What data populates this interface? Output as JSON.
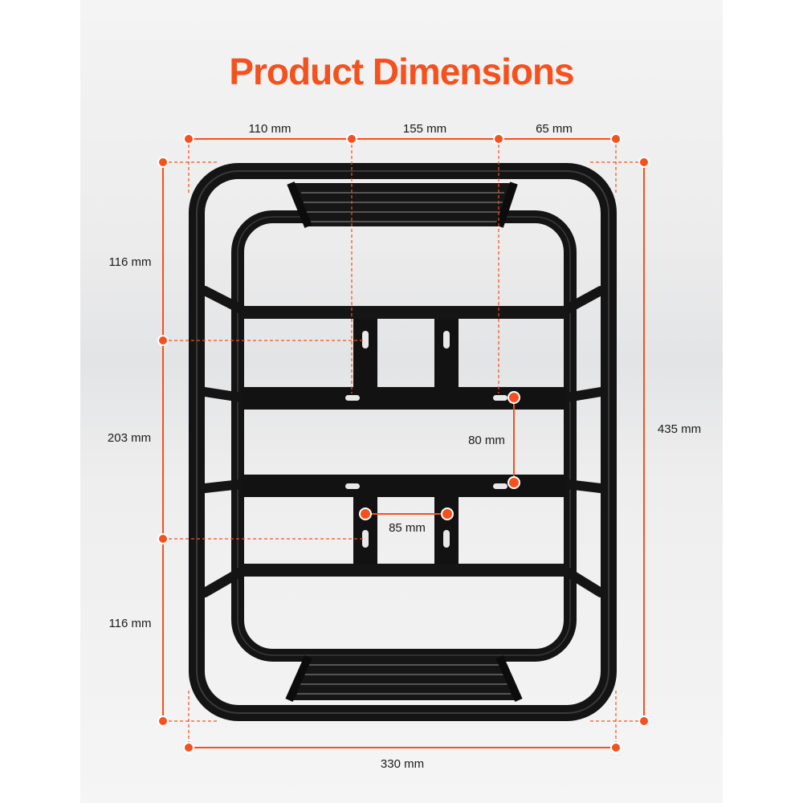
{
  "title": "Product Dimensions",
  "colors": {
    "accent": "#f4511e",
    "rack": "#141414",
    "text": "#1a1a1a"
  },
  "dimensions": {
    "top_left_segment": "110 mm",
    "top_middle_segment": "155 mm",
    "top_right_segment": "65 mm",
    "left_top_segment": "116 mm",
    "left_middle_segment": "203 mm",
    "left_bottom_segment": "116 mm",
    "total_height": "435 mm",
    "total_width": "330 mm",
    "slot_vertical_spacing": "80 mm",
    "slot_horizontal_spacing": "85 mm"
  }
}
